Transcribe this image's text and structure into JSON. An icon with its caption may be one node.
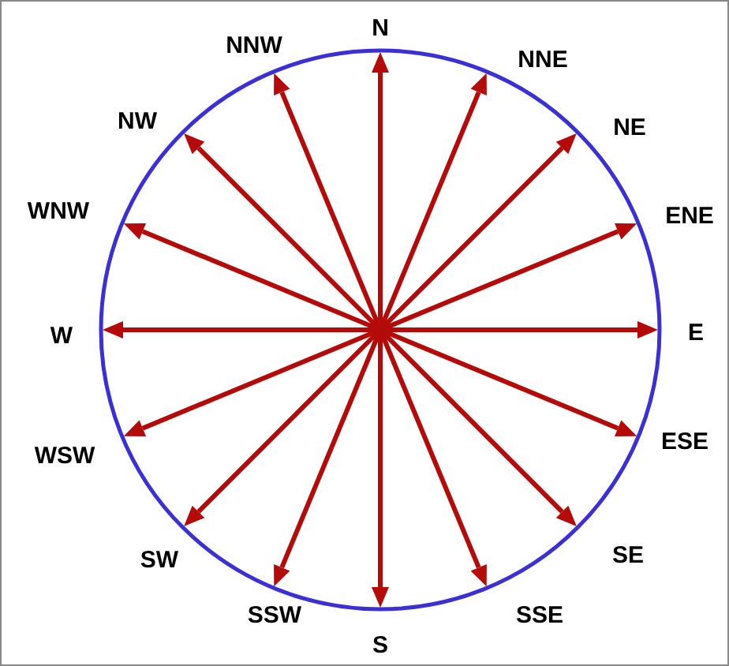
{
  "diagram": {
    "labels": [
      "N",
      "NNE",
      "NE",
      "ENE",
      "E",
      "ESE",
      "SE",
      "SSE",
      "S",
      "SSW",
      "SW",
      "WSW",
      "W",
      "WNW",
      "NW",
      "NNW"
    ]
  }
}
